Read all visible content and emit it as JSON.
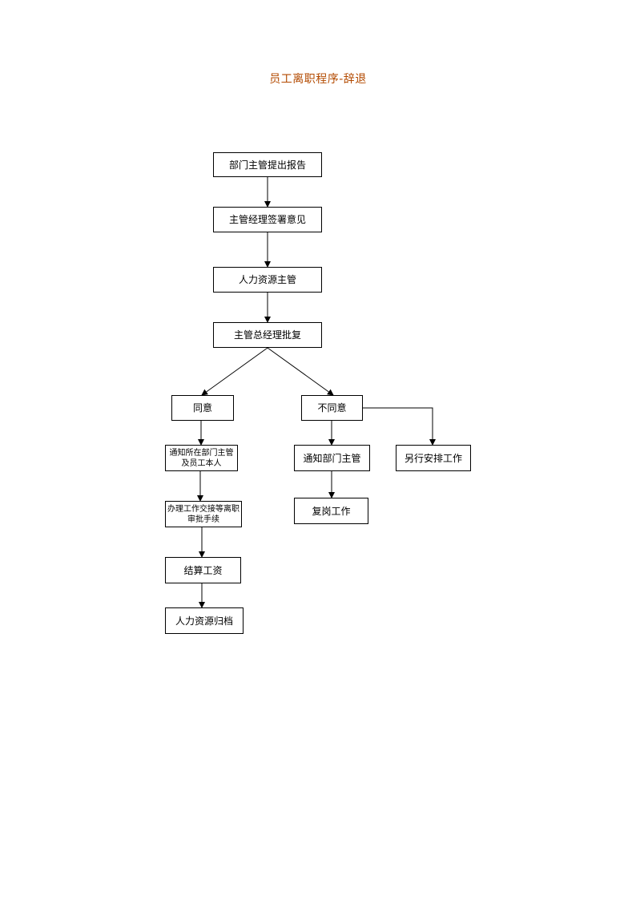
{
  "title": "员工离职程序-辞退",
  "steps": {
    "report": "部门主管提出报告",
    "manager_sign": "主管经理签署意见",
    "hr_manager": "人力资源主管",
    "gm_approve": "主管总经理批复",
    "agree": "同意",
    "disagree": "不同意",
    "notify_dept_employee": "通知所在部门主管及员工本人",
    "handover": "办理工作交接等离职审批手续",
    "settle_salary": "结算工资",
    "hr_archive": "人力资源归档",
    "notify_dept_manager": "通知部门主管",
    "return_to_post": "复岗工作",
    "other_arrangement": "另行安排工作"
  }
}
